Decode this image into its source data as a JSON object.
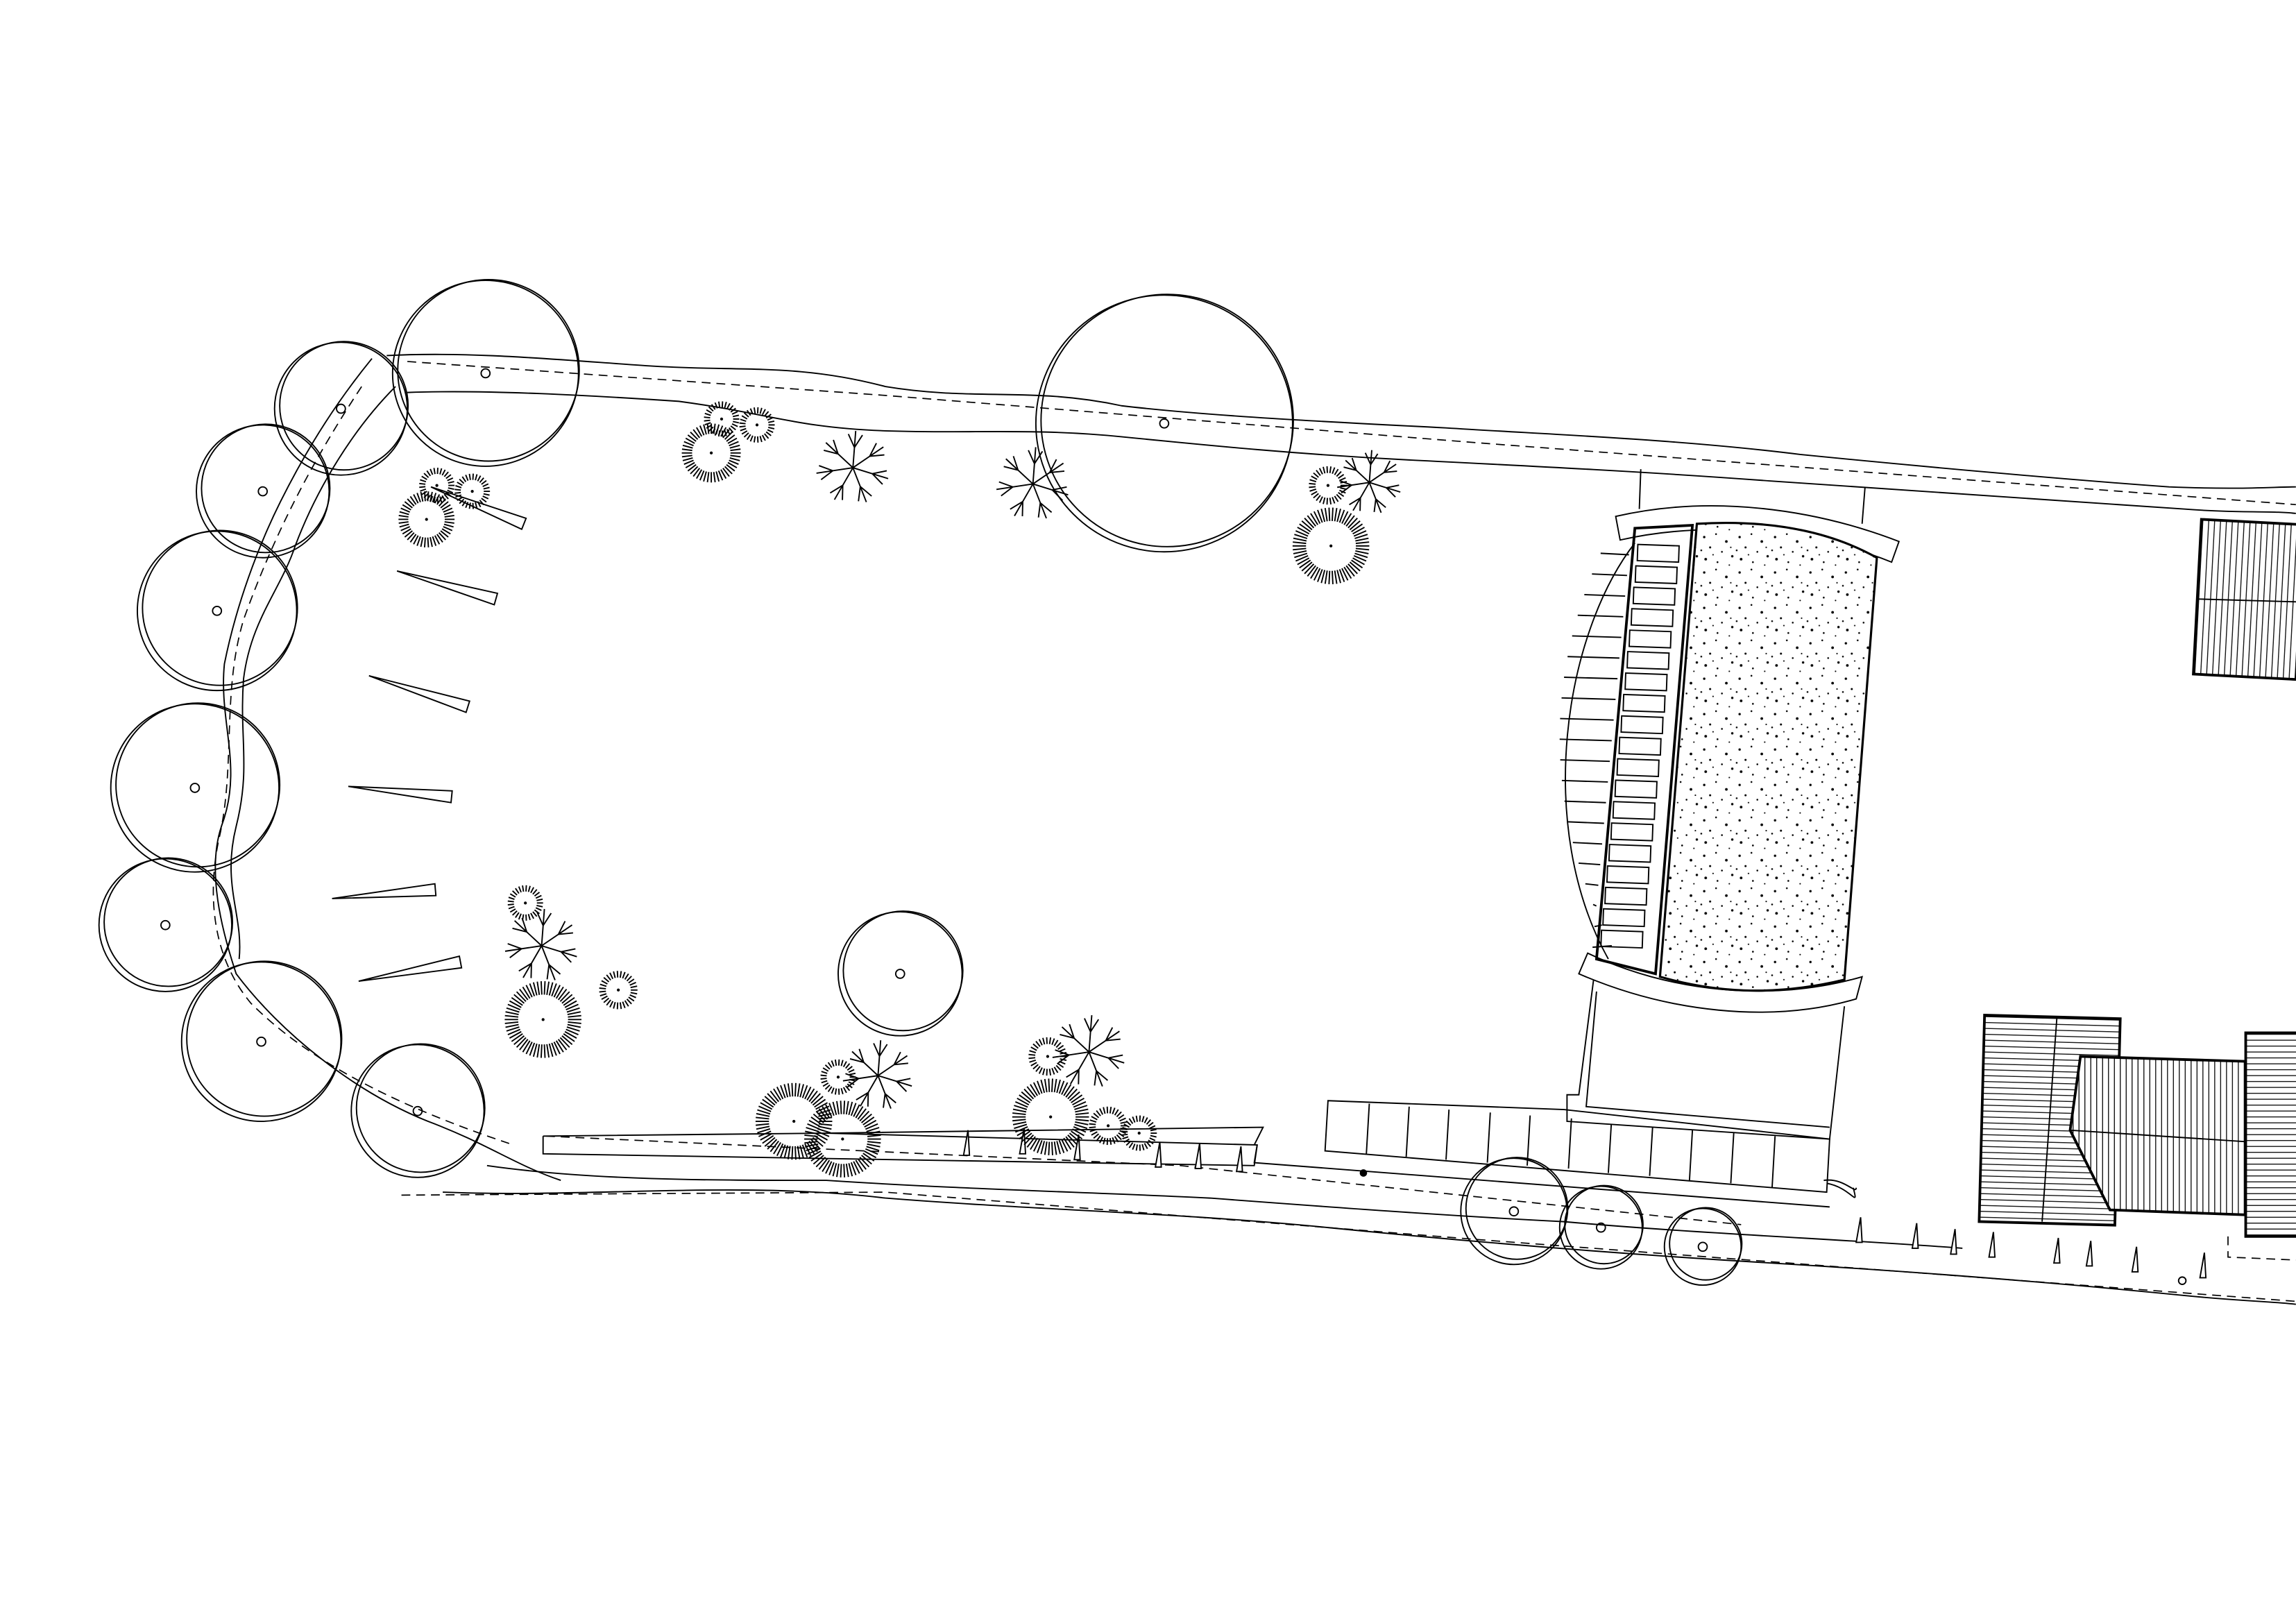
{
  "colors": {
    "line": "#000000",
    "background": "#ffffff"
  },
  "plan": {
    "trees": [
      [
        231,
        277,
        45
      ],
      [
        329,
        253,
        63
      ],
      [
        178,
        333,
        45
      ],
      [
        147,
        414,
        54
      ],
      [
        132,
        534,
        57
      ],
      [
        112,
        627,
        45
      ],
      [
        177,
        706,
        54
      ],
      [
        283,
        753,
        45
      ],
      [
        789,
        287,
        87
      ],
      [
        610,
        660,
        42
      ],
      [
        1026,
        821,
        36
      ],
      [
        1085,
        832,
        28
      ],
      [
        1154,
        845,
        26
      ]
    ],
    "spiky_shrubs": [
      [
        482,
        307,
        20
      ],
      [
        489,
        284,
        12
      ],
      [
        513,
        288,
        12
      ],
      [
        296,
        329,
        12
      ],
      [
        320,
        333,
        12
      ],
      [
        289,
        352,
        19
      ],
      [
        902,
        370,
        26
      ],
      [
        900,
        329,
        13
      ],
      [
        356,
        612,
        12
      ],
      [
        419,
        671,
        13
      ],
      [
        368,
        691,
        26
      ],
      [
        538,
        760,
        26
      ],
      [
        568,
        730,
        12
      ],
      [
        571,
        772,
        26
      ],
      [
        712,
        757,
        26
      ],
      [
        710,
        716,
        13
      ],
      [
        751,
        763,
        13
      ],
      [
        772,
        768,
        12
      ]
    ],
    "star_shrubs": [
      [
        578,
        317,
        25
      ],
      [
        700,
        328,
        25
      ],
      [
        928,
        327,
        22
      ],
      [
        367,
        641,
        25
      ],
      [
        595,
        729,
        24
      ],
      [
        738,
        713,
        25
      ]
    ],
    "stakes": [
      [
        292,
        330,
        355,
        355
      ],
      [
        269,
        387,
        336,
        406
      ],
      [
        250,
        458,
        317,
        479
      ],
      [
        236,
        533,
        306,
        540
      ],
      [
        225,
        609,
        295,
        603
      ],
      [
        243,
        665,
        312,
        652
      ]
    ]
  }
}
